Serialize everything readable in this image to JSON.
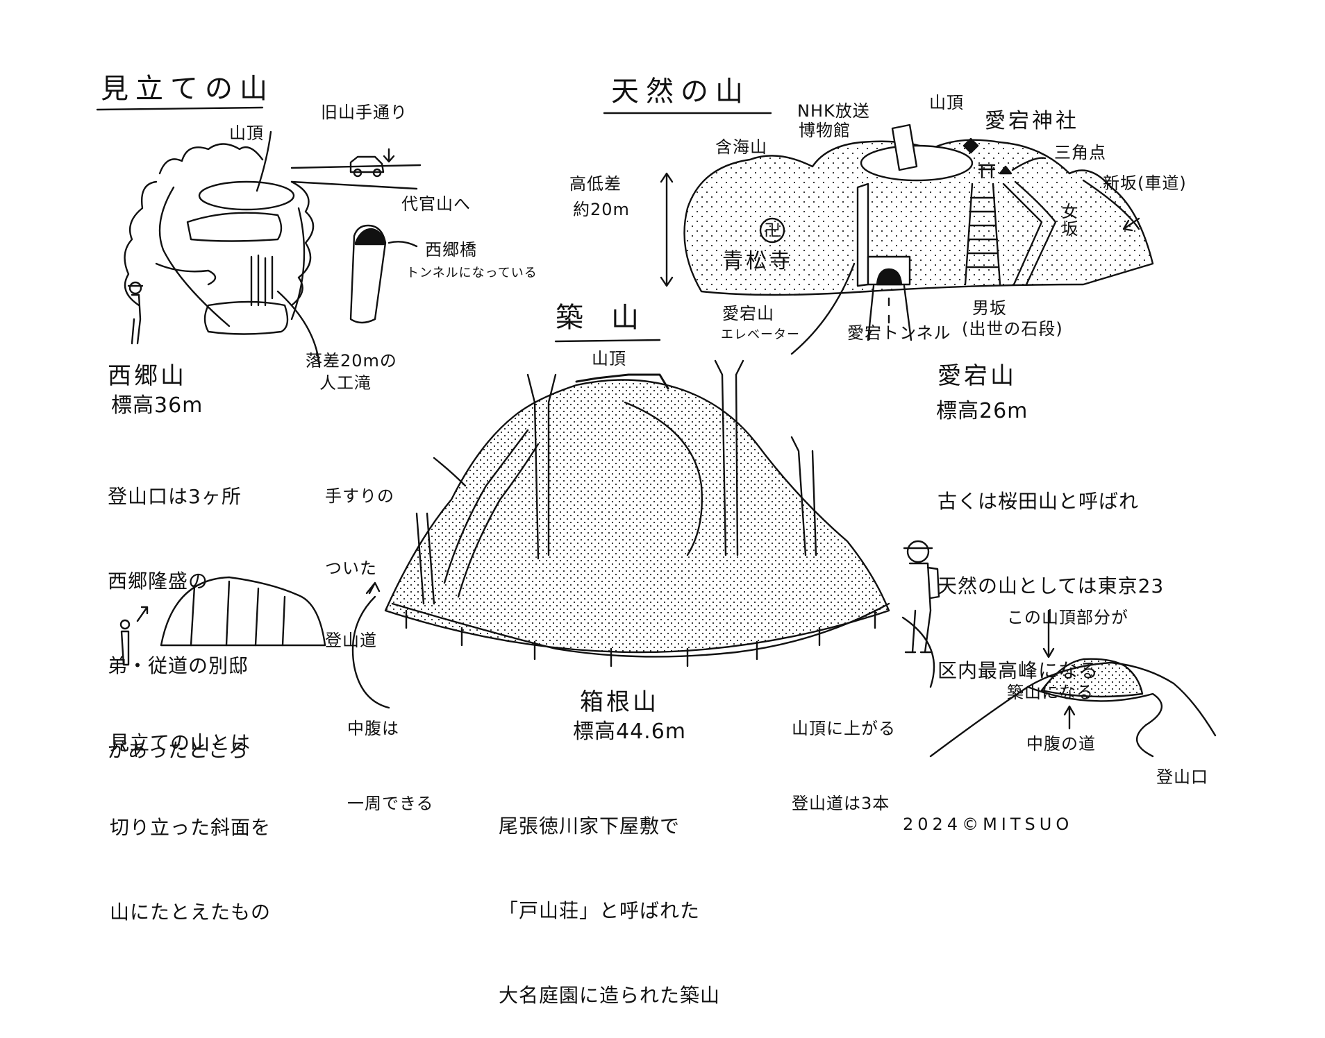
{
  "mitate": {
    "heading": "見立ての山",
    "road_label": "旧山手通り",
    "summit_label": "山頂",
    "to_label": "代官山へ",
    "bridge_label": "西郷橋",
    "tunnel_label": "トンネルになっている",
    "waterfall_label_1": "落差20mの",
    "waterfall_label_2": "人工滝",
    "name": "西郷山",
    "elevation": "標高36m",
    "desc_lines": [
      "登山口は3ヶ所",
      "西郷隆盛の",
      "弟・従道の別邸",
      "があったところ"
    ],
    "def_lines": [
      "見立ての山とは",
      "切り立った斜面を",
      "山にたとえたもの"
    ]
  },
  "tennen": {
    "heading": "天然の山",
    "nhk_1": "NHK放送",
    "nhk_2": "博物館",
    "summit_label": "山頂",
    "shrine_label": "愛宕神社",
    "fukumi_label": "含海山",
    "sankakuten_label": "三角点",
    "shinzaka_label": "新坂(車道)",
    "onnazaka_label": "女坂",
    "height_diff_1": "高低差",
    "height_diff_2": "約20m",
    "temple_label": "青松寺",
    "temple_mark": "卍",
    "elevator_1": "愛宕山",
    "elevator_2": "エレベーター",
    "tunnel_label": "愛宕トンネル",
    "otokozaka_1": "男坂",
    "otokozaka_2": "(出世の石段)",
    "name": "愛宕山",
    "elevation": "標高26m",
    "desc_lines": [
      "古くは桜田山と呼ばれ",
      "天然の山としては東京23",
      "区内最高峰になる"
    ]
  },
  "tsukiyama": {
    "heading": "築山",
    "summit_label": "山頂",
    "handrail_lines": [
      "手すりの",
      "ついた",
      "登山道"
    ],
    "chufuku_lines": [
      "中腹は",
      "一周できる"
    ],
    "trails_lines": [
      "山頂に上がる",
      "登山道は3本"
    ],
    "name": "箱根山",
    "elevation": "標高44.6m",
    "desc_lines": [
      "尾張徳川家下屋敷で",
      "「戸山荘」と呼ばれた",
      "大名庭園に造られた築山"
    ]
  },
  "inset": {
    "top_lines": [
      "この山頂部分が",
      "築山になる"
    ],
    "path_label": "中腹の道",
    "entrance_label": "登山口"
  },
  "credit": "2024©MITSUO",
  "colors": {
    "ink": "#111111",
    "paper": "#ffffff"
  }
}
